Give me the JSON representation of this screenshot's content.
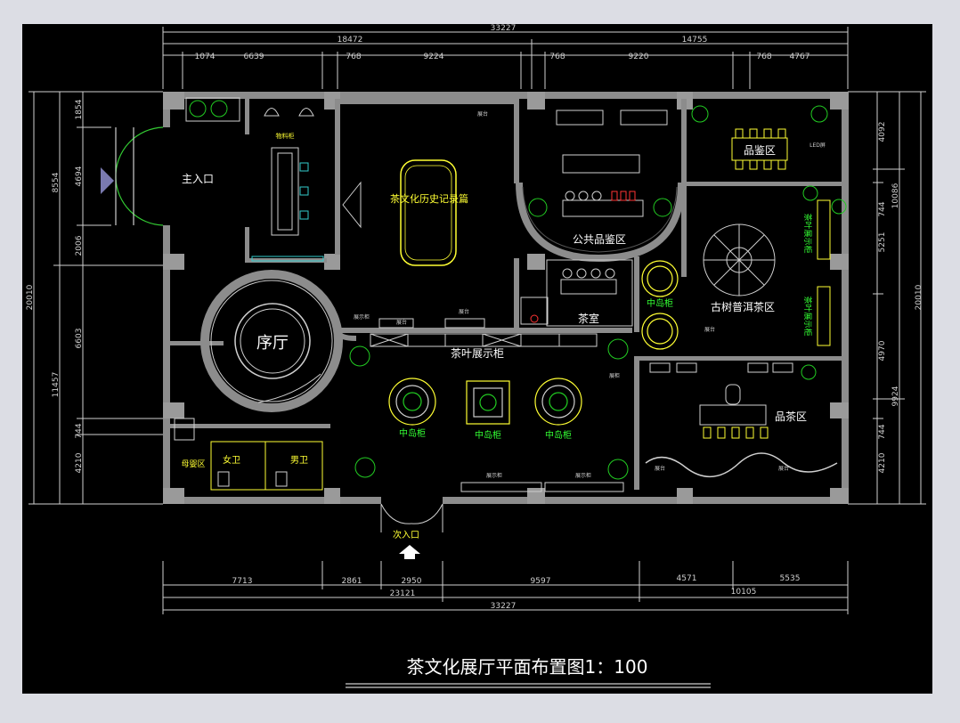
{
  "colors": {
    "background": "#000000",
    "frame": "#dcdde4",
    "wall": "#8c8c8c",
    "dim_line": "#cfcfcf",
    "label_white": "#ffffff",
    "label_yellow": "#ffff33",
    "label_green": "#33ff33",
    "plant_green": "#22cc22",
    "accent_cyan": "#33cccc",
    "accent_red": "#ff3333",
    "accent_blue": "#4444ff"
  },
  "dimensions": {
    "top_total": "33227",
    "top_mid": [
      "18472",
      "14755"
    ],
    "top_segments": [
      "1074",
      "6639",
      "768",
      "9224",
      "768",
      "9220",
      "768",
      "4767"
    ],
    "bottom_segments": [
      "7713",
      "2861",
      "2950",
      "9597",
      "4571",
      "5535"
    ],
    "bottom_mid": [
      "23121",
      "10105"
    ],
    "bottom_total": "33227",
    "left_outer": "20010",
    "left_mid": [
      "8554",
      "11457"
    ],
    "left_inner": [
      "1854",
      "4694",
      "2006",
      "6603",
      "4210",
      "744"
    ],
    "right_outer": "20010",
    "right_mid": [
      "10086",
      "9924"
    ],
    "right_inner": [
      "4092",
      "744",
      "5251",
      "4970",
      "4210",
      "744"
    ]
  },
  "labels": {
    "main_entrance": "主入口",
    "front_hall": "序厅",
    "history_exhibit": "茶文化历史记录篇",
    "public_tasting": "公共品鉴区",
    "tea_room": "茶室",
    "island_cabinet": "中岛柜",
    "puer_area": "古树普洱茶区",
    "tea_display_cabinet": "茶叶展示柜",
    "tasting_zone": "品茶区",
    "appraisal_zone": "品鉴区",
    "mother_room": "母婴区",
    "female_wc": "女卫",
    "male_wc": "男卫",
    "second_entrance": "次入口",
    "storage": "物料柜",
    "tea_display_vertical": "茶叶展示柜",
    "title": "茶文化展厅平面布置图1：100"
  },
  "small_labels": {
    "display_stand": "展台",
    "led_screen": "LED屏",
    "display_cabinet": "展示柜",
    "cabinet": "展柜"
  }
}
